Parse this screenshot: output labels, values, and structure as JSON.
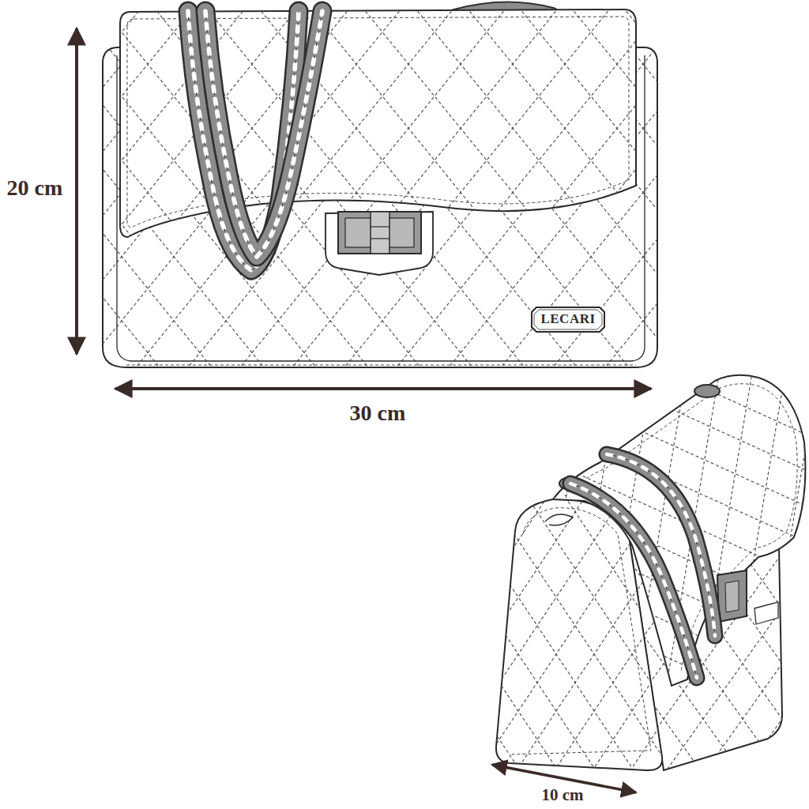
{
  "diagram": {
    "nodes": [
      {
        "text": [
          "LECARI"
        ]
      }
    ],
    "edges": [],
    "labels": [
      "20 cm",
      "30 cm",
      "10 cm"
    ]
  }
}
